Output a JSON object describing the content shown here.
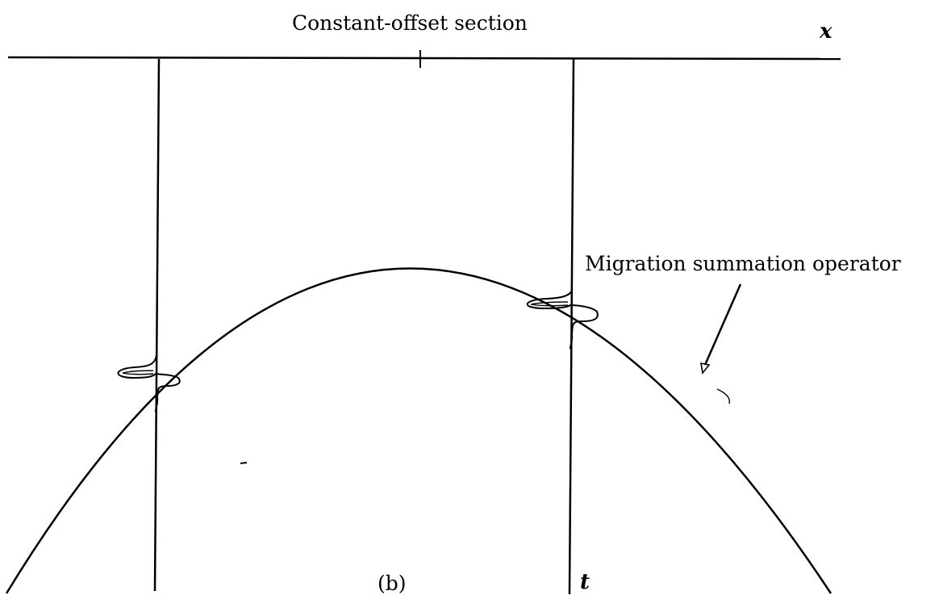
{
  "figure": {
    "title": "Constant-offset section",
    "x_axis_label": "x",
    "t_axis_label": "t",
    "operator_label": "Migration summation operator",
    "panel_label": "(b)"
  }
}
